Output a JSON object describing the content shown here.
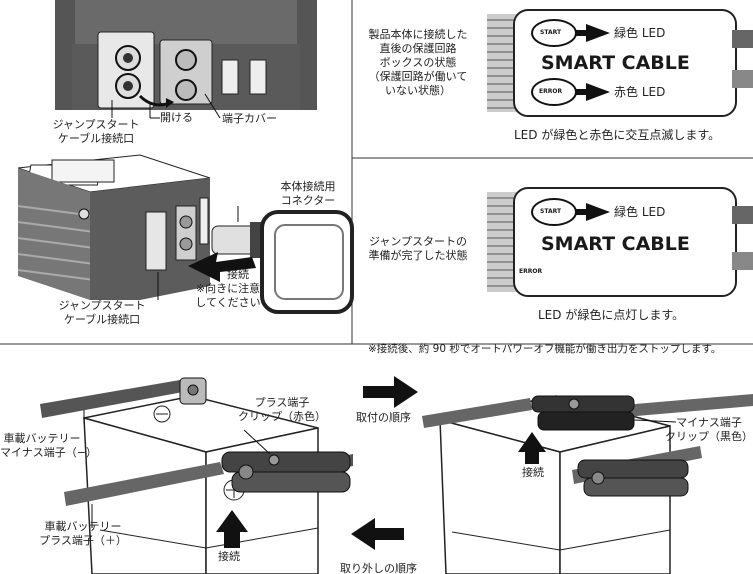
{
  "top_left": {
    "device_labels": {
      "jump_port": [
        "ジャンプスタート",
        "ケーブル接続口"
      ],
      "open": "開ける",
      "terminal_cover": "端子カバー"
    },
    "connect_labels": {
      "connector": [
        "本体接続用",
        "コネクター"
      ],
      "jump_port": [
        "ジャンプスタート",
        "ケーブル接続口"
      ],
      "connect": "接続",
      "note": [
        "※向きに注意",
        "してください"
      ]
    }
  },
  "top_right": {
    "panel1": {
      "desc": [
        "製品本体に接続した",
        "直後の保護回路",
        "ボックスの状態",
        "（保護回路が働いて",
        "いない状態）"
      ],
      "start_tag": "START",
      "error_tag": "ERROR",
      "cable_name": "SMART CABLE",
      "green_led": "緑色 LED",
      "red_led": "赤色 LED",
      "caption": "LED が緑色と赤色に交互点滅します。"
    },
    "panel2": {
      "desc": [
        "ジャンプスタートの",
        "準備が完了した状態"
      ],
      "start_tag": "START",
      "error_tag": "ERROR",
      "cable_name": "SMART CABLE",
      "green_led": "緑色 LED",
      "caption": "LED が緑色に点灯します。"
    },
    "footnote": "※接続後、約 90 秒でオートパワーオフ機能が働き出力をストップします。"
  },
  "bottom": {
    "left": {
      "neg_terminal": [
        "車載バッテリー",
        "マイナス端子（−）"
      ],
      "pos_clip": [
        "プラス端子",
        "クリップ（赤色）"
      ],
      "pos_terminal": [
        "車載バッテリー",
        "プラス端子（＋）"
      ],
      "connect": "接続"
    },
    "middle": {
      "attach_order": "取付の順序",
      "remove_order": "取り外しの順序"
    },
    "right": {
      "neg_clip": [
        "マイナス端子",
        "クリップ（黒色）"
      ],
      "connect": "接続"
    }
  },
  "colors": {
    "line": "#1a1a1a",
    "device_gray": "#5a5a5a",
    "cable_gray": "#8a8a8a",
    "text": "#222222"
  }
}
